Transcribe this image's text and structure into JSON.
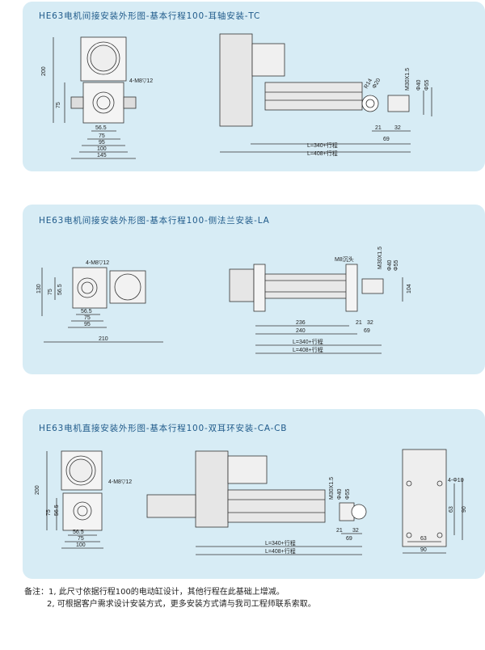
{
  "panels": [
    {
      "title": "HE63电机间接安装外形图-基本行程100-耳轴安装-TC",
      "front_dims": {
        "height": "200",
        "h2": "75",
        "w1": "56.5",
        "w2": "75",
        "w3": "95",
        "w4": "100",
        "w5": "145",
        "holes": "4-M8▽12"
      },
      "side_dims": {
        "r": "R14",
        "d1": "Φ20",
        "thread": "M30X1.5",
        "d2": "Φ40",
        "d3": "Φ55",
        "a": "21",
        "b": "32",
        "c": "69",
        "len1": "L=340+行程",
        "len2": "L=408+行程"
      }
    },
    {
      "title": "HE63电机间接安装外形图-基本行程100-侧法兰安装-LA",
      "front_dims": {
        "height": "130",
        "h2": "75",
        "h3": "56.5",
        "w1": "56.5",
        "w2": "75",
        "w3": "95",
        "w4": "210",
        "holes": "4-M8▽12"
      },
      "side_dims": {
        "label": "M8沉头",
        "thread": "M30X1.5",
        "d2": "Φ40",
        "d3": "Φ55",
        "h": "104",
        "a": "236",
        "b": "240",
        "c": "21",
        "d": "32",
        "e": "69",
        "len1": "L=340+行程",
        "len2": "L=408+行程"
      }
    },
    {
      "title": "HE63电机直接安装外形图-基本行程100-双耳环安装-CA-CB",
      "front_dims": {
        "height": "200",
        "h2": "75",
        "h3": "56.5",
        "w1": "56.5",
        "w2": "75",
        "w3": "100",
        "holes": "4-M8▽12"
      },
      "side_dims": {
        "thread": "M30X1.5",
        "d2": "Φ40",
        "d3": "Φ55",
        "a": "21",
        "b": "32",
        "c": "69",
        "len1": "L=340+行程",
        "len2": "L=408+行程"
      },
      "end_dims": {
        "holes": "4-Φ10",
        "h1": "63",
        "h2": "90",
        "w1": "63",
        "w2": "90"
      }
    }
  ],
  "notes": {
    "line1": "备注：1, 此尺寸依据行程100的电动缸设计，其他行程在此基础上增减。",
    "line2": "2, 可根据客户需求设计安装方式，更多安装方式请与我司工程师联系索取。"
  }
}
